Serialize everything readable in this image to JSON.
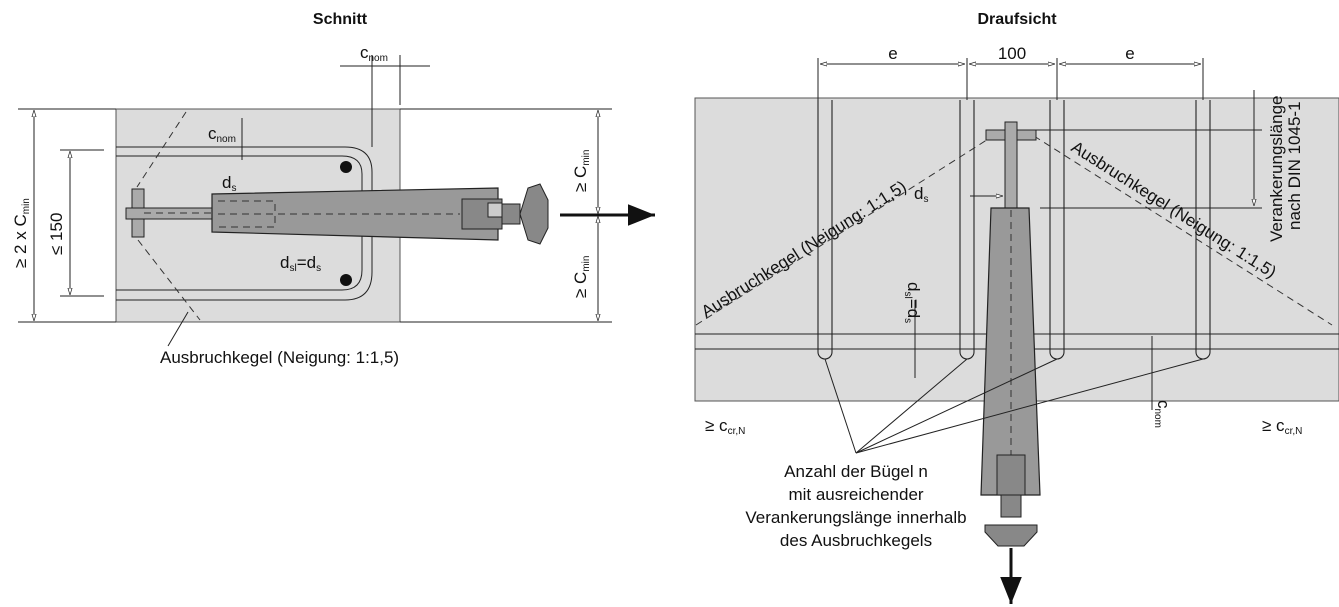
{
  "left": {
    "title": "Schnitt",
    "cnom_top": "c",
    "cnom_top_sub": "nom",
    "cnom_inner": "c",
    "cnom_inner_sub": "nom",
    "ds": "d",
    "ds_sub": "s",
    "dsl_a": "d",
    "dsl_a_sub": "sl",
    "dsl_eq": "=d",
    "dsl_b_sub": "s",
    "dim_2c_a": "≥ 2 x C",
    "dim_2c_sub": "min",
    "dim_150": "≤ 150",
    "cmin_top": "≥ C",
    "cmin_top_sub": "min",
    "cmin_bot": "≥ C",
    "cmin_bot_sub": "min",
    "cone_label": "Ausbruchkegel (Neigung: 1:1,5)"
  },
  "right": {
    "title": "Draufsicht",
    "e_left": "e",
    "spacing": "100",
    "e_right": "e",
    "anchor_len_1": "Verankerungslänge",
    "anchor_len_2": "nach DIN 1045-1",
    "cone_left": "Ausbruchkegel (Neigung: 1:1,5)",
    "cone_right": "Ausbruchkegel (Neigung: 1:1,5)",
    "ds": "d",
    "ds_sub": "s",
    "dsl_rot": "d",
    "dsl_rot_sub": "sl",
    "dsl_rot_eq": "=d",
    "dsl_rot_sub2": "s",
    "ccr_left": "≥ c",
    "ccr_left_sub": "cr,N",
    "ccr_right": "≥ c",
    "ccr_right_sub": "cr,N",
    "cnom": "c",
    "cnom_sub": "nom",
    "note_1": "Anzahl der Bügel n",
    "note_2": "mit ausreichender",
    "note_3": "Verankerungslänge innerhalb",
    "note_4": "des Ausbruchkegels"
  }
}
